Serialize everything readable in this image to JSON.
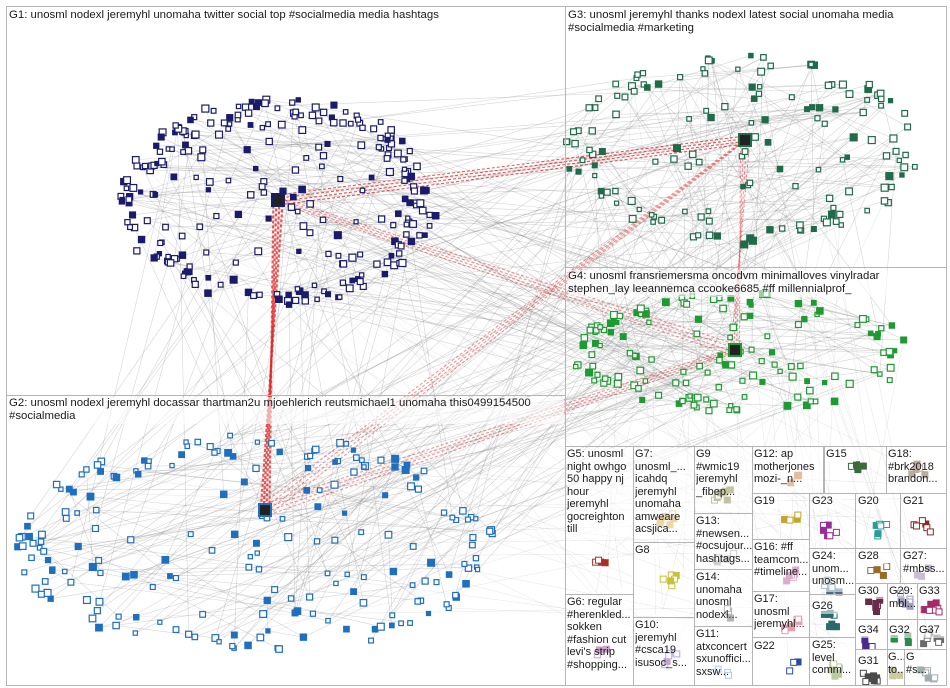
{
  "groups": [
    {
      "id": "G1",
      "label": "G1: unosml nodexl jeremyhl unomaha twitter social top #socialmedia media hashtags",
      "color": "#1b1b6b"
    },
    {
      "id": "G2",
      "label": "G2: unosml nodexl jeremyhl docassar thartman2u mjoehlerich reutsmichael1 unomaha this0499154500\n#socialmedia",
      "color": "#1e6fbf"
    },
    {
      "id": "G3",
      "label": "G3: unosml jeremyhl thanks nodexl latest social unomaha media\n#socialmedia #marketing",
      "color": "#1f6b4a"
    },
    {
      "id": "G4",
      "label": "G4: unosml fransriemersma oncodvm minimalloves vinylradar\nstephen_lay leeannemca ccooke6685 #ff millennialprof_",
      "color": "#1e9a32"
    },
    {
      "id": "G5",
      "label": "G5: unosml\nnight owhgo\n50 happy nj\nhour\njeremyhl\ngocreighton\ntill",
      "color": "#b02a2a"
    },
    {
      "id": "G6",
      "label": "G6: regular\n#herenkled...\nsokken\n#fashion cut\nlevi's strip\n#shopping...",
      "color": "#8c2a8c"
    },
    {
      "id": "G7",
      "label": "G7:\nunosml_...\nicahdq\njeremyhl\nunomaha\namweare\nacsjica...",
      "color": "#d9a441"
    },
    {
      "id": "G8",
      "label": "G8",
      "color": "#c7c13a"
    },
    {
      "id": "G9",
      "label": "G9\n#wmic19\njeremyhl\n_fibep...",
      "color": "#7a7a2a"
    },
    {
      "id": "G10",
      "label": "G10:\njeremyhl\n#csca19\nisusoc_s...",
      "color": "#6b3a9a"
    },
    {
      "id": "G11",
      "label": "G11:\natxconcert\nsxunoffici...\nsxsw...",
      "color": "#4a8ac4"
    },
    {
      "id": "G12",
      "label": "G12: ap\nmotherjones\nmozi-_n...",
      "color": "#c46a2a"
    },
    {
      "id": "G13",
      "label": "G13:\n#newsen...\n#ocsujour...\nhashtags...",
      "color": "#9a9a9a"
    },
    {
      "id": "G14",
      "label": "G14:\nunomaha\nunosml\nnodexl...",
      "color": "#5a5a5a"
    },
    {
      "id": "G15",
      "label": "G15",
      "color": "#3a6a3a"
    },
    {
      "id": "G16",
      "label": "G16: #ff\nteamcom...\n#timeline...",
      "color": "#b04a8a"
    },
    {
      "id": "G17",
      "label": "G17:\nunosml\njeremyhl...",
      "color": "#c42a4a"
    },
    {
      "id": "G18",
      "label": "G18:\n#brk2018\nbrandon...",
      "color": "#6a4a2a"
    },
    {
      "id": "G19",
      "label": "G19",
      "color": "#c4a42a"
    },
    {
      "id": "G20",
      "label": "G20",
      "color": "#2a9a9a"
    },
    {
      "id": "G21",
      "label": "G21",
      "color": "#8a2a2a"
    },
    {
      "id": "G22",
      "label": "G22",
      "color": "#2a4a9a"
    },
    {
      "id": "G23",
      "label": "G23",
      "color": "#9a2a9a"
    },
    {
      "id": "G24",
      "label": "G24:\nunom...\nunosm...",
      "color": "#4a6a8a"
    },
    {
      "id": "G25",
      "label": "G25:\nlevel\ncomm...",
      "color": "#6a8a2a"
    },
    {
      "id": "G26",
      "label": "G26",
      "color": "#2a6a6a"
    },
    {
      "id": "G27",
      "label": "G27:\n#mbss...",
      "color": "#8a6a9a"
    },
    {
      "id": "G28",
      "label": "G28",
      "color": "#9a6a2a"
    },
    {
      "id": "G29",
      "label": "G29:\nmbl...",
      "color": "#2a2a6a"
    },
    {
      "id": "G30",
      "label": "G30",
      "color": "#6a2a4a"
    },
    {
      "id": "G31",
      "label": "G31",
      "color": "#4a4a4a"
    },
    {
      "id": "G32",
      "label": "G32",
      "color": "#2a8a4a"
    },
    {
      "id": "G33",
      "label": "G33",
      "color": "#a42a6a"
    },
    {
      "id": "G34",
      "label": "G34",
      "color": "#4a2a8a"
    },
    {
      "id": "G35",
      "label": "G\n#s...",
      "color": "#2a4a4a"
    },
    {
      "id": "G36",
      "label": "G...\nto...",
      "color": "#8a8a2a"
    },
    {
      "id": "G37",
      "label": "G37",
      "color": "#6a6a6a"
    }
  ]
}
